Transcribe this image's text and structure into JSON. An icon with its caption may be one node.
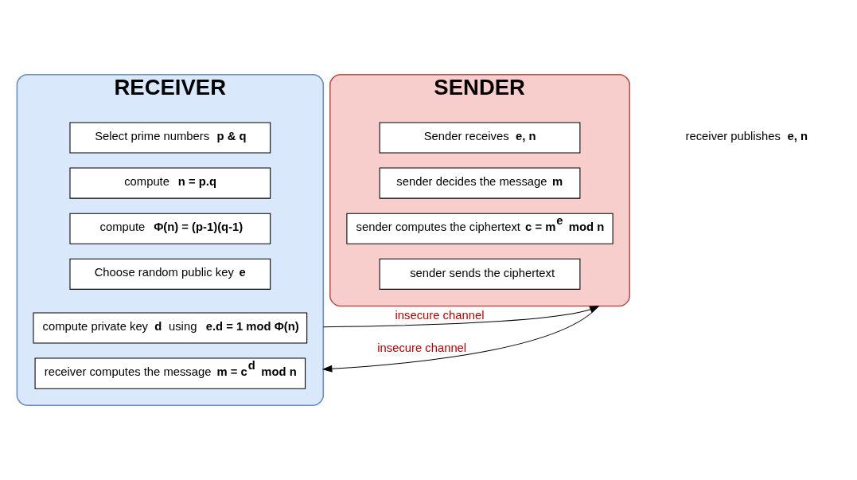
{
  "diagram": {
    "nodes": [
      {
        "text": [
          "RECEIVER"
        ]
      },
      {
        "text": [
          "Select prime numbers **p & q**"
        ],
        "in": 0
      },
      {
        "text": [
          "compute **n = p.q**"
        ],
        "in": 0
      },
      {
        "text": [
          "compute **Φ(n) = (p-1)(q-1)**"
        ],
        "in": 0
      },
      {
        "text": [
          "Choose random public key **e**"
        ],
        "in": 0
      },
      {
        "text": [
          "compute private key **d** using **e.d = 1 mod Φ(n)**"
        ],
        "in": 0
      },
      {
        "text": [
          "receiver computes the message **m = c$^{d}$ mod n**"
        ],
        "in": 0
      },
      {
        "text": [
          "SENDER"
        ]
      },
      {
        "text": [
          "Sender receives **e, n**"
        ],
        "in": 7
      },
      {
        "text": [
          "sender decides the message **m**"
        ],
        "in": 7
      },
      {
        "text": [
          "sender computes the ciphertext **c = m$^{e}$ mod n**"
        ],
        "in": 7
      },
      {
        "text": [
          "sender sends the ciphertext"
        ],
        "in": 7
      }
    ],
    "edges": [
      {
        "from": 0,
        "to": 7,
        "arrow": "to",
        "label": "insecure channel"
      },
      {
        "from": 7,
        "to": 0,
        "arrow": "to",
        "label": "insecure channel"
      }
    ],
    "labels": [
      "receiver publishes **e, n**"
    ]
  }
}
